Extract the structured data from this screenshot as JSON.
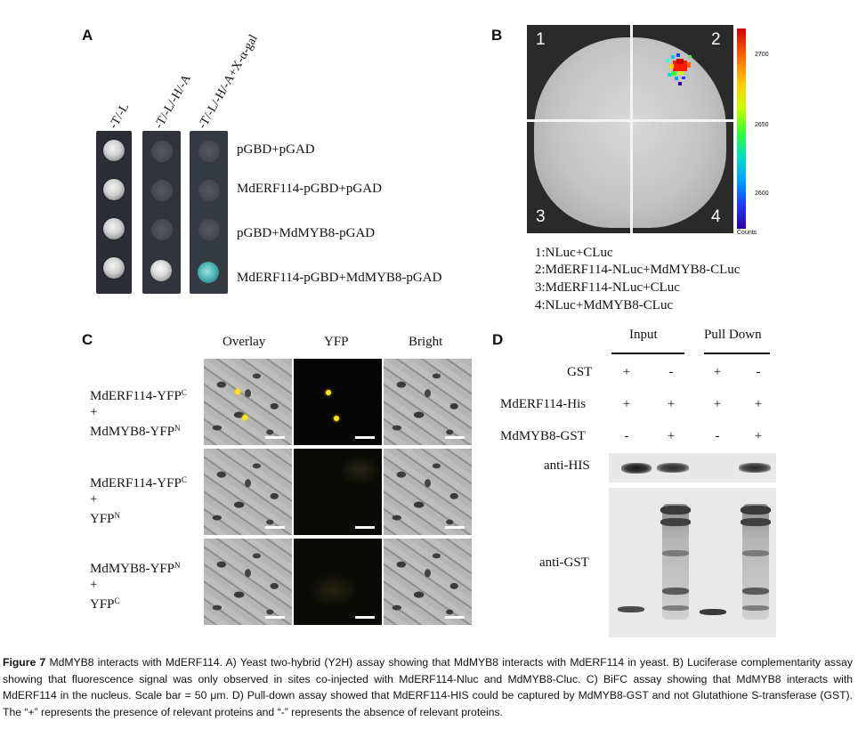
{
  "panels": {
    "a": {
      "letter": "A",
      "columns": [
        "-T/-L",
        "-T/-L/-H/-A",
        "-T/-L/-H/-A+X-α-gal"
      ],
      "rows": [
        "pGBD+pGAD",
        "MdERF114-pGBD+pGAD",
        "pGBD+MdMYB8-pGAD",
        "MdERF114-pGBD+MdMYB8-pGAD"
      ]
    },
    "b": {
      "letter": "B",
      "quadrants": [
        "1",
        "2",
        "3",
        "4"
      ],
      "colorbar_ticks": [
        "2700",
        "2650",
        "2600"
      ],
      "colorbar_unit": "Counts",
      "legend": [
        "1:NLuc+CLuc",
        "2:MdERF114-NLuc+MdMYB8-CLuc",
        "3:MdERF114-NLuc+CLuc",
        "4:NLuc+MdMYB8-CLuc"
      ]
    },
    "c": {
      "letter": "C",
      "columns": [
        "Overlay",
        "YFP",
        "Bright"
      ],
      "rows": [
        {
          "l1": "MdERF114-YFP",
          "s1": "C",
          "plus": "+",
          "l2": "MdMYB8-YFP",
          "s2": "N"
        },
        {
          "l1": "MdERF114-YFP",
          "s1": "C",
          "plus": "+",
          "l2": "YFP",
          "s2": "N"
        },
        {
          "l1": "MdMYB8-YFP",
          "s1": "N",
          "plus": "+",
          "l2": "YFP",
          "s2": "C"
        }
      ]
    },
    "d": {
      "letter": "D",
      "groups": [
        "Input",
        "Pull Down"
      ],
      "rows": [
        {
          "label": "GST",
          "signs": [
            "+",
            "-",
            "+",
            "-"
          ]
        },
        {
          "label": "MdERF114-His",
          "signs": [
            "+",
            "+",
            "+",
            "+"
          ]
        },
        {
          "label": "MdMYB8-GST",
          "signs": [
            "-",
            "+",
            "-",
            "+"
          ]
        }
      ],
      "blots": [
        "anti-HIS",
        "anti-GST"
      ]
    }
  },
  "caption": {
    "label": "Figure 7",
    "text": " MdMYB8 interacts with MdERF114. A) Yeast two-hybrid (Y2H) assay showing that MdMYB8 interacts with MdERF114 in yeast. B) Luciferase complementarity assay showing that fluorescence signal was only observed in sites co-injected with MdERF114-Nluc and MdMYB8-Cluc. C) BiFC assay showing that MdMYB8 interacts with MdERF114 in the nucleus. Scale bar = 50 μm. D) Pull-down assay showed that MdERF114-HIS could be captured by MdMYB8-GST and not Glutathione S-transferase (GST). The “+” represents the presence of relevant proteins and “-” represents the absence of relevant proteins."
  },
  "colors": {
    "yfp_signal": "#ffe812",
    "xgal_blue": "#4fb8b4"
  }
}
